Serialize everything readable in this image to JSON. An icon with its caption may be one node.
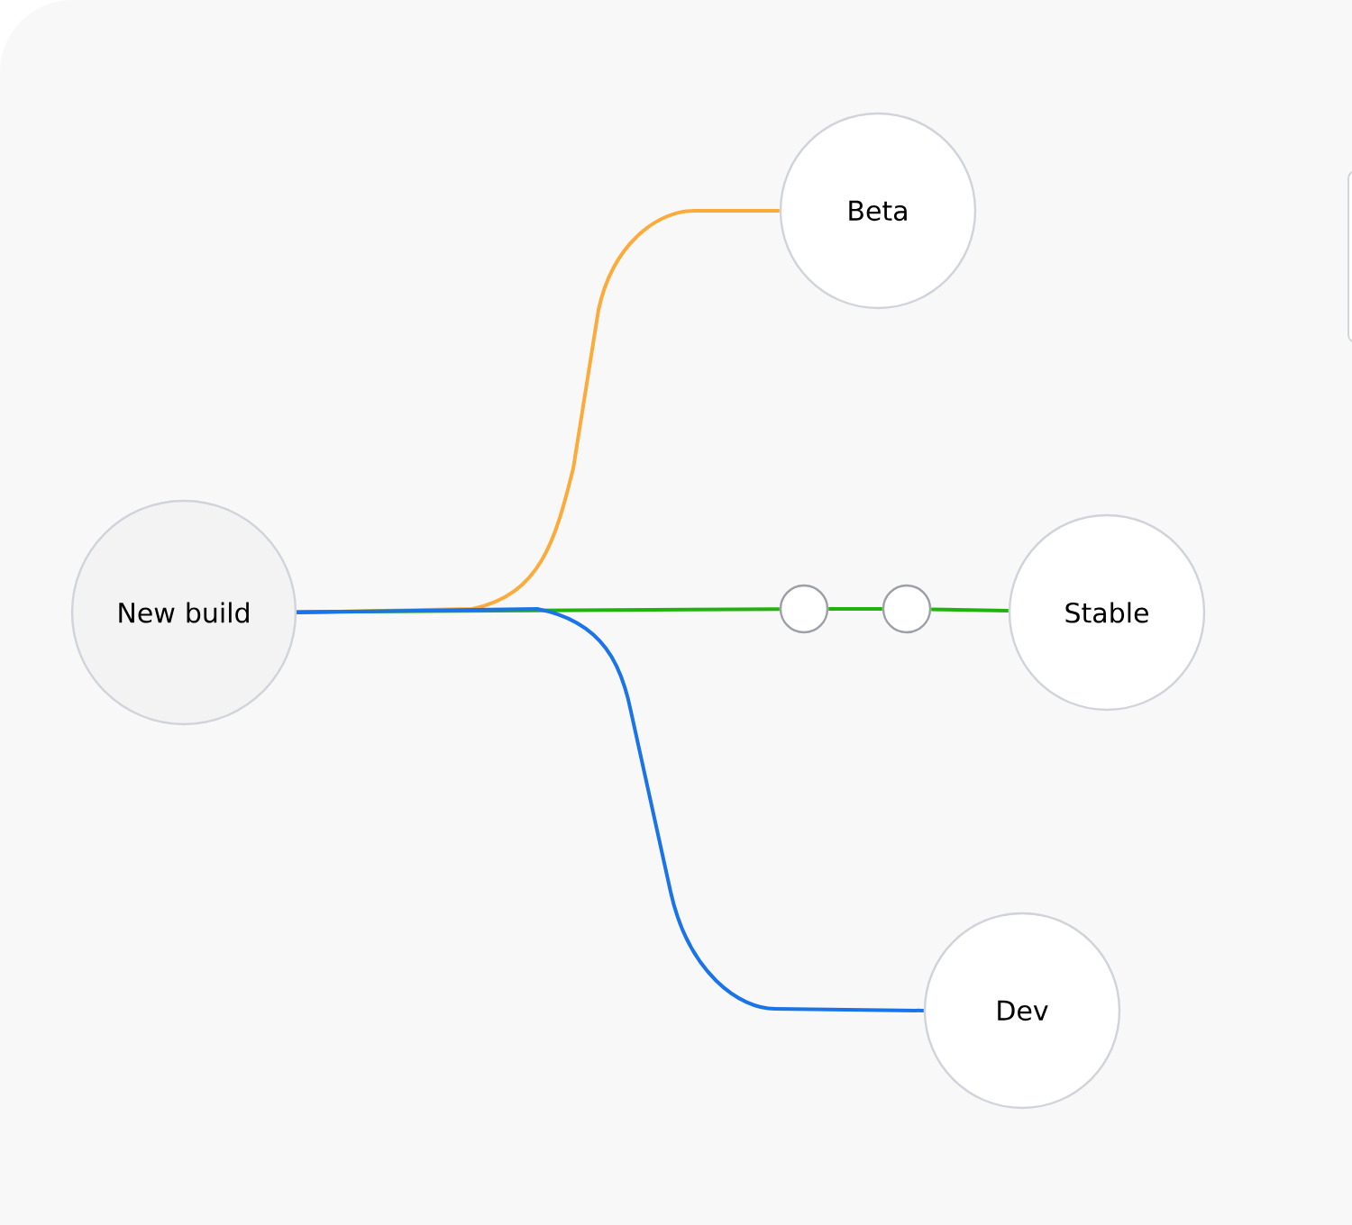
{
  "diagram": {
    "nodes": [
      {
        "text": [
          "New build"
        ]
      },
      {
        "text": [
          "Beta"
        ]
      },
      {
        "text": [
          "Stable"
        ]
      },
      {
        "text": [
          "Dev"
        ]
      },
      {
        "text": [],
        "shape": "circle"
      },
      {
        "text": [],
        "shape": "circle"
      }
    ],
    "edges": [
      {
        "from": 0,
        "to": 1,
        "arrow": "none",
        "color": "#fbab3a"
      },
      {
        "from": 0,
        "to": 4,
        "arrow": "none"
      },
      {
        "from": 4,
        "to": 5,
        "arrow": "none"
      },
      {
        "from": 5,
        "to": 2,
        "arrow": "none"
      },
      {
        "from": 0,
        "to": 3,
        "arrow": "none",
        "color": "#1a73e8"
      }
    ]
  }
}
